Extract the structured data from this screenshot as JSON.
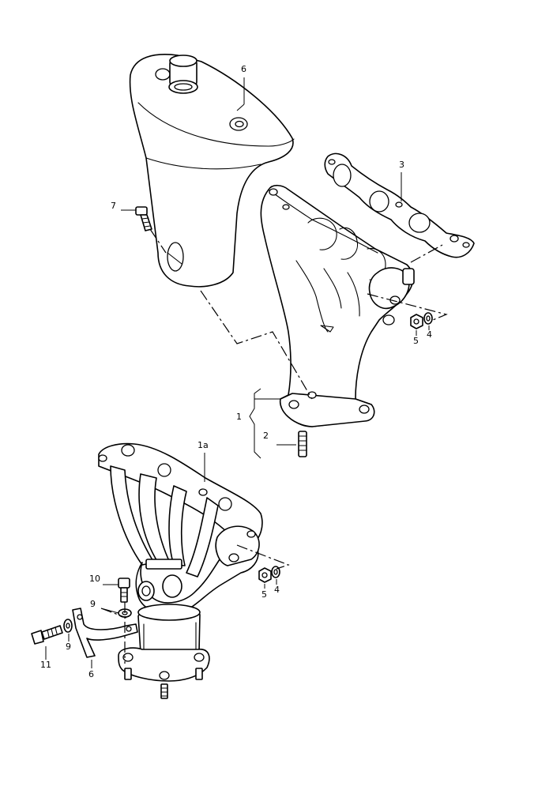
{
  "callouts": {
    "p6_top": "6",
    "p7": "7",
    "p3": "3",
    "p5_top": "5",
    "p4_top": "4",
    "p1": "1",
    "p2": "2",
    "p1a": "1a",
    "p10": "10",
    "p9_upper": "9",
    "p9_lower": "9",
    "p11": "11",
    "p6_bottom": "6",
    "p5_bottom": "5",
    "p4_bottom": "4"
  },
  "parts": [
    {
      "id": "heat-shield",
      "callout": "6"
    },
    {
      "id": "shield-bolt",
      "callout": "7"
    },
    {
      "id": "manifold-gasket",
      "callout": "3"
    },
    {
      "id": "cast-exhaust-manifold",
      "callout": "1"
    },
    {
      "id": "stud",
      "callout": "2"
    },
    {
      "id": "nut",
      "callout": "5"
    },
    {
      "id": "washer",
      "callout": "4"
    },
    {
      "id": "tubular-manifold-with-catalyst",
      "callout": "1a"
    },
    {
      "id": "bracket-bolt",
      "callout": "10"
    },
    {
      "id": "bracket-washer",
      "callout": "9"
    },
    {
      "id": "bracket-screw",
      "callout": "11"
    },
    {
      "id": "support-bracket",
      "callout": "6"
    }
  ]
}
